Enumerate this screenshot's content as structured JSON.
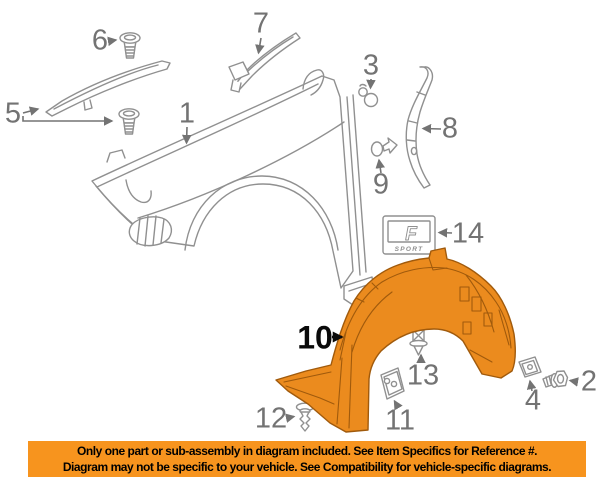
{
  "figure": {
    "kind": "exploded-parts-diagram",
    "subject": "Front fender, fender liner and mounting hardware",
    "highlighted_callout": "10",
    "callouts": [
      {
        "label": "1",
        "part_icon": "fender-panel"
      },
      {
        "label": "2",
        "part_icon": "hex-bolt"
      },
      {
        "label": "3",
        "part_icon": "grommet-clip"
      },
      {
        "label": "4",
        "part_icon": "mounting-pad"
      },
      {
        "label": "5",
        "part_icon": "cowl-trim-strip-and-bolt"
      },
      {
        "label": "6",
        "part_icon": "flanged-bolt"
      },
      {
        "label": "7",
        "part_icon": "pillar-trim-blade"
      },
      {
        "label": "8",
        "part_icon": "fender-brace"
      },
      {
        "label": "9",
        "part_icon": "push-clip"
      },
      {
        "label": "10",
        "part_icon": "fender-liner",
        "highlighted": true
      },
      {
        "label": "11",
        "part_icon": "bracket-plate"
      },
      {
        "label": "12",
        "part_icon": "grommet-screw"
      },
      {
        "label": "13",
        "part_icon": "push-pin"
      },
      {
        "label": "14",
        "part_icon": "f-sport-badge"
      }
    ],
    "badge": {
      "letter": "F",
      "word": "SPORT"
    },
    "colors": {
      "background": "#ffffff",
      "line_art": "#909090",
      "callout_text": "#737373",
      "highlight_callout_text": "#0a0a0a",
      "highlight_fill": "#EB8B1E",
      "highlight_stroke": "#A05A0C",
      "banner_background": "#F7941E",
      "banner_text": "#000000"
    }
  },
  "banner": {
    "line1": "Only one part or sub-assembly in diagram included. See Item Specifics for Reference #.",
    "line2": "Diagram may not be specific to your vehicle. See Compatibility for vehicle-specific diagrams."
  }
}
